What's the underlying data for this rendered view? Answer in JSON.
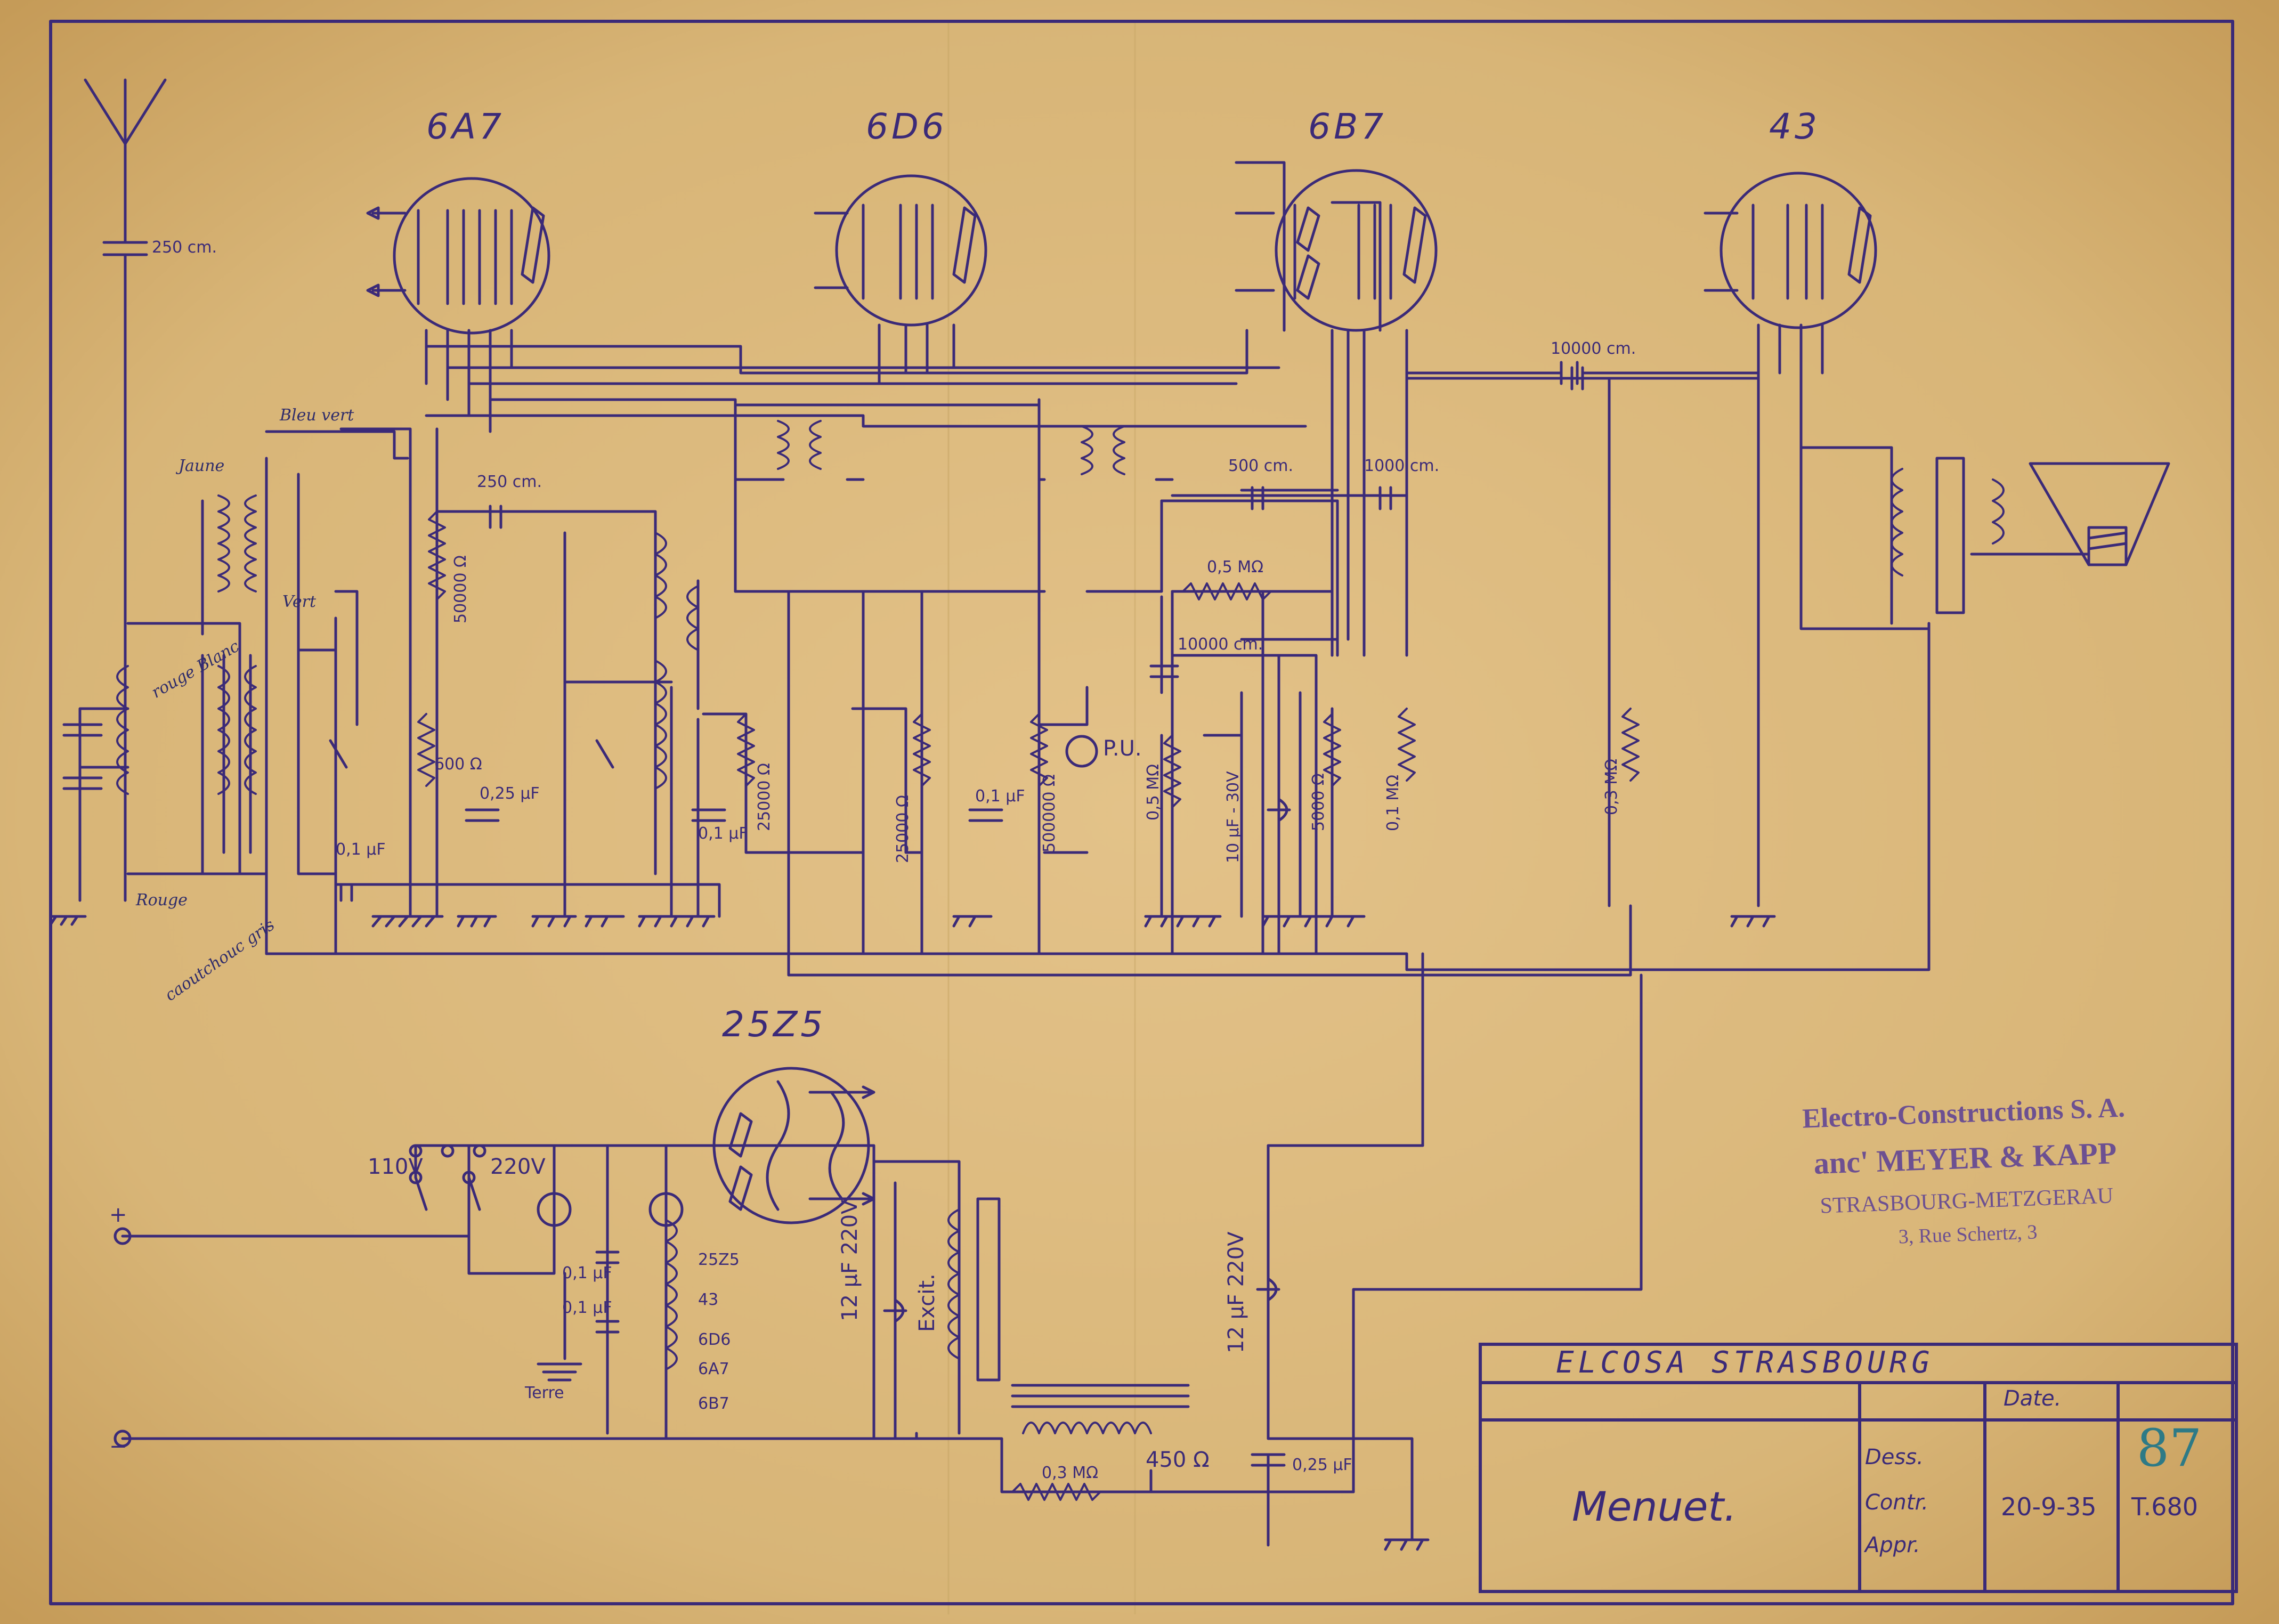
{
  "tubes": {
    "v1": "6A7",
    "v2": "6D6",
    "v3": "6B7",
    "v4": "43",
    "rectifier": "25Z5"
  },
  "components": {
    "c_antenna": "250 cm.",
    "c_grid": "250 cm.",
    "c_coupling": "10000 cm.",
    "c_detector_500": "500 cm.",
    "c_detector_1000": "1000 cm.",
    "r_osc": "50000 Ω",
    "r_600": "600 Ω",
    "c_025_a": "0,25 µF",
    "c_01_a": "0,1 µF",
    "c_01_b": "0,1 µF",
    "r_25000_a": "25000 Ω",
    "r_25000_b": "25000 Ω",
    "c_01_c": "0,1 µF",
    "r_500000": "500000 Ω",
    "pickup": "P.U.",
    "r_05m_a": "0,5 MΩ",
    "c_10000": "10000 cm.",
    "r_05m_vol": "0,5 MΩ",
    "c_10uf": "10 µF - 30V",
    "r_5000": "5000 Ω",
    "r_01m": "0,1 MΩ",
    "r_03m": "0,3 MΩ",
    "c_12uf_a": "12 µF 220V",
    "c_12uf_b": "12 µF 220V",
    "excit": "Excit.",
    "c_01_ps1": "0,1 µF",
    "c_01_ps2": "0,1 µF",
    "r_03m_ps": "0,3 MΩ",
    "r_450": "450 Ω",
    "c_025_ps": "0,25 µF"
  },
  "mains": {
    "v110": "110V",
    "v220": "220V",
    "plus": "+",
    "minus": "−",
    "terre": "Terre",
    "heater_chain": [
      "25Z5",
      "43",
      "6D6",
      "6A7",
      "6B7"
    ]
  },
  "handwritten": {
    "jaune": "Jaune",
    "bleu_vert": "Bleu vert",
    "vert": "Vert",
    "rouge_blanc": "rouge Blanc",
    "rouge": "Rouge",
    "caoutchouc": "caoutchouc gris"
  },
  "stamp": {
    "line1": "Electro-Constructions S. A.",
    "line2": "anc' MEYER & KAPP",
    "line3": "STRASBOURG-METZGERAU",
    "line4": "3, Rue Schertz, 3"
  },
  "title_block": {
    "company": "ELCOSA  STRASBOURG",
    "model": "Menuet.",
    "date_header": "Date.",
    "dess": "Dess.",
    "contr": "Contr.",
    "appr": "Appr.",
    "date": "20-9-35",
    "ref": "T.680",
    "number": "87"
  },
  "colors": {
    "paper": "#d9b57a",
    "ink": "#3b2a78",
    "stamp": "#5a3f96",
    "pencil_number": "#2d7a86"
  }
}
